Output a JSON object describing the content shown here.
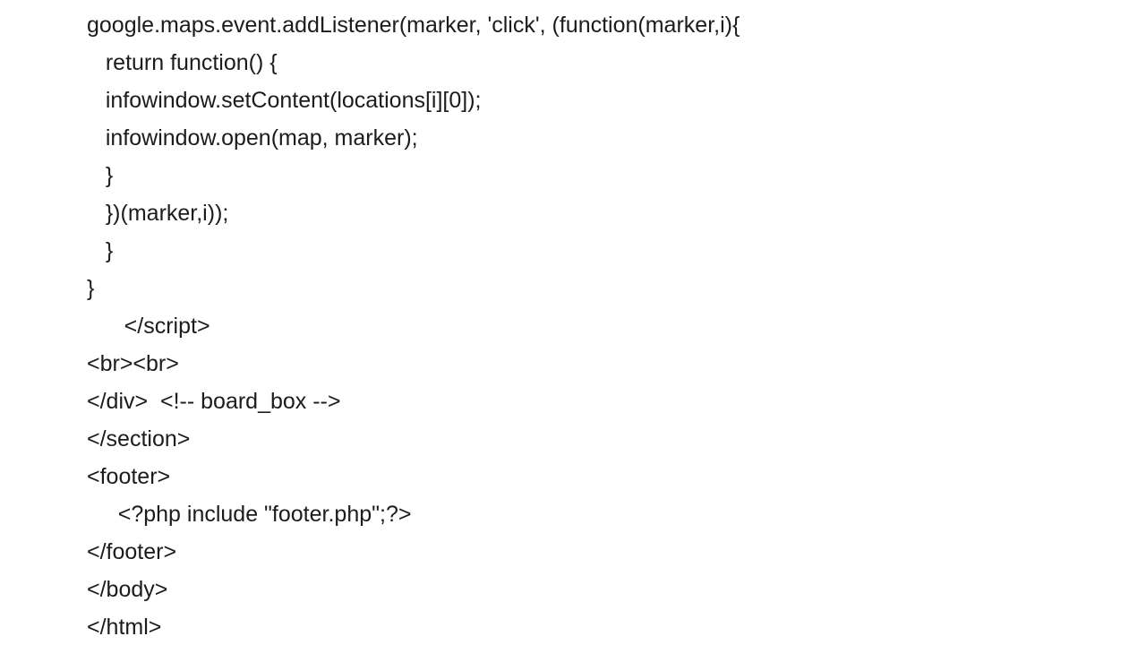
{
  "slide": {
    "background_color": "#ffffff",
    "text_color": "#1c1c1c"
  },
  "code": {
    "language_hint": "html-php-javascript",
    "lines": [
      "google.maps.event.addListener(marker, 'click', (function(marker,i){",
      "   return function() {",
      "   infowindow.setContent(locations[i][0]);",
      "   infowindow.open(map, marker);",
      "   }",
      "   })(marker,i));",
      "   }",
      "}",
      "      </script>",
      "<br><br>",
      "</div>  <!-- board_box -->",
      "</section>",
      "<footer>",
      "     <?php include \"footer.php\";?>",
      "</footer>",
      "</body>",
      "</html>"
    ]
  }
}
